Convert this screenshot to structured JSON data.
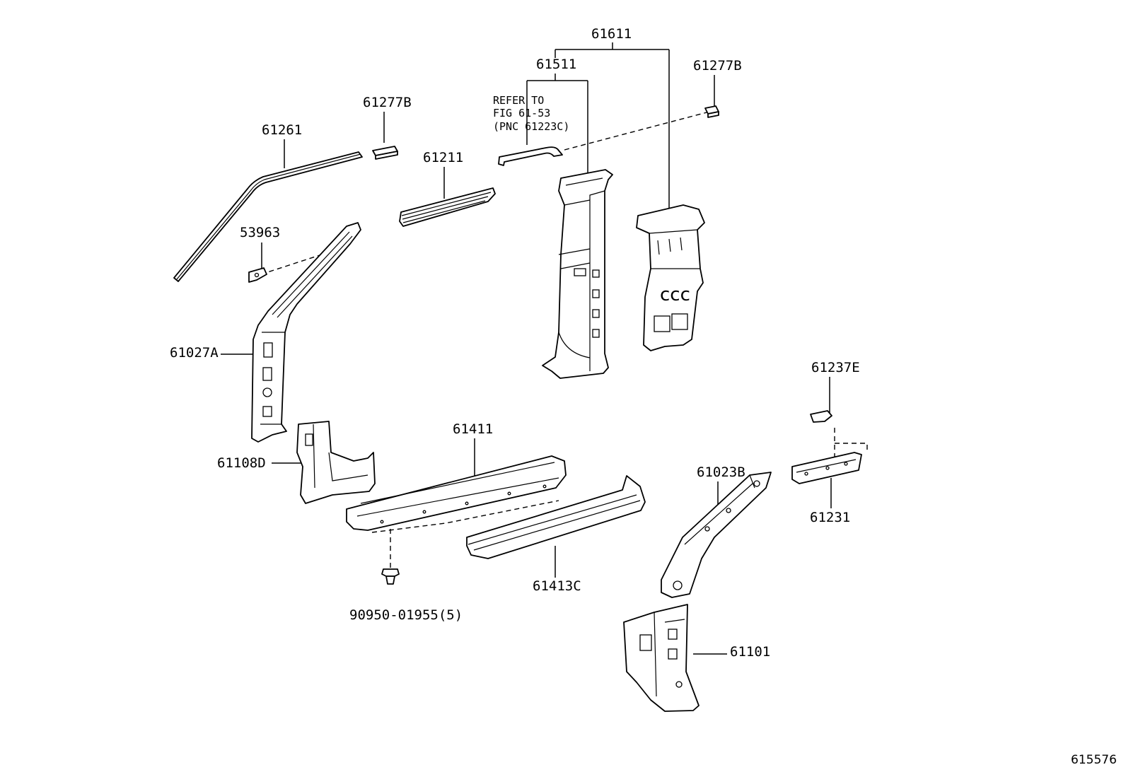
{
  "labels": {
    "l61611": "61611",
    "l61511": "61511",
    "l61277B_right": "61277B",
    "l61277B_left": "61277B",
    "l61261": "61261",
    "l61211": "61211",
    "l53963": "53963",
    "l61027A": "61027A",
    "l61108D": "61108D",
    "l61411": "61411",
    "l61413C": "61413C",
    "l90950": "90950-01955(5)",
    "l61023B": "61023B",
    "l61101": "61101",
    "l61237E": "61237E",
    "l61231": "61231"
  },
  "note": {
    "line1": "REFER TO",
    "line2": "FIG 61-53",
    "line3": "(PNC 61223C)"
  },
  "figure_number": "615576"
}
